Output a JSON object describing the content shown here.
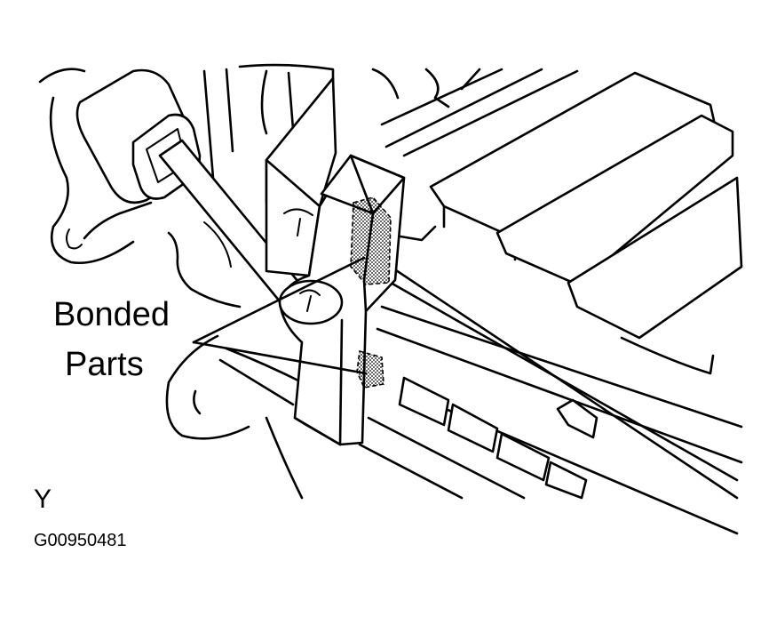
{
  "callout": {
    "line1": "Bonded",
    "line2": "Parts"
  },
  "view_letter": "Y",
  "figure_code": "G00950481",
  "colors": {
    "ink": "#000000",
    "background": "#ffffff",
    "stipple": "#000000"
  }
}
